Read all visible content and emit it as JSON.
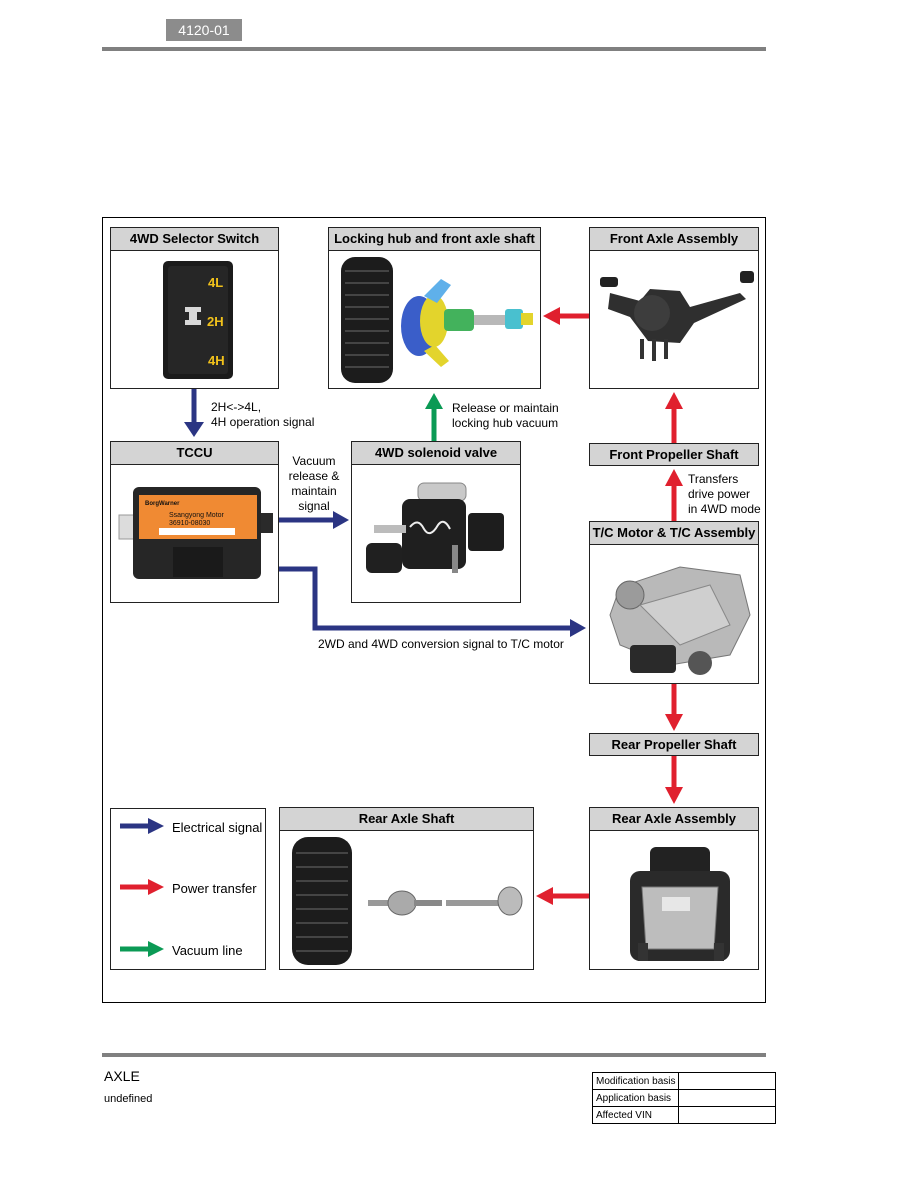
{
  "header": {
    "code": "4120-01"
  },
  "boxes": {
    "selector_switch": {
      "title": "4WD Selector Switch",
      "labels": [
        "4L",
        "2H",
        "4H"
      ]
    },
    "locking_hub": {
      "title": "Locking hub and front axle shaft"
    },
    "front_axle": {
      "title": "Front Axle Assembly"
    },
    "tccu": {
      "title": "TCCU",
      "sticker_brand": "BorgWarner",
      "sticker_line1": "Ssangyong Motor",
      "sticker_line2": "36910-08030"
    },
    "solenoid": {
      "title": "4WD solenoid valve"
    },
    "front_prop": {
      "title": "Front Propeller Shaft"
    },
    "tc_motor": {
      "title": "T/C Motor & T/C Assembly"
    },
    "rear_prop": {
      "title": "Rear Propeller Shaft"
    },
    "rear_shaft": {
      "title": "Rear Axle Shaft"
    },
    "rear_axle": {
      "title": "Rear Axle Assembly"
    }
  },
  "flow_labels": {
    "switch_signal_1": "2H<->4L,",
    "switch_signal_2": "4H operation signal",
    "vacuum_1": "Release or maintain",
    "vacuum_2": "locking hub vacuum",
    "tccu_solenoid_1": "Vacuum",
    "tccu_solenoid_2": "release &",
    "tccu_solenoid_3": "maintain",
    "tccu_solenoid_4": "signal",
    "transfers_1": "Transfers",
    "transfers_2": "drive power",
    "transfers_3": "in 4WD mode",
    "conversion": "2WD and 4WD conversion signal to T/C motor"
  },
  "legend": {
    "electrical": "Electrical signal",
    "power": "Power transfer",
    "vacuum": "Vacuum line"
  },
  "colors": {
    "electrical": "#2b3583",
    "power": "#e0202e",
    "vacuum": "#0b9a55"
  },
  "footer": {
    "title": "AXLE",
    "subtitle": "undefined",
    "table": [
      "Modification basis",
      "Application basis",
      "Affected VIN"
    ]
  }
}
